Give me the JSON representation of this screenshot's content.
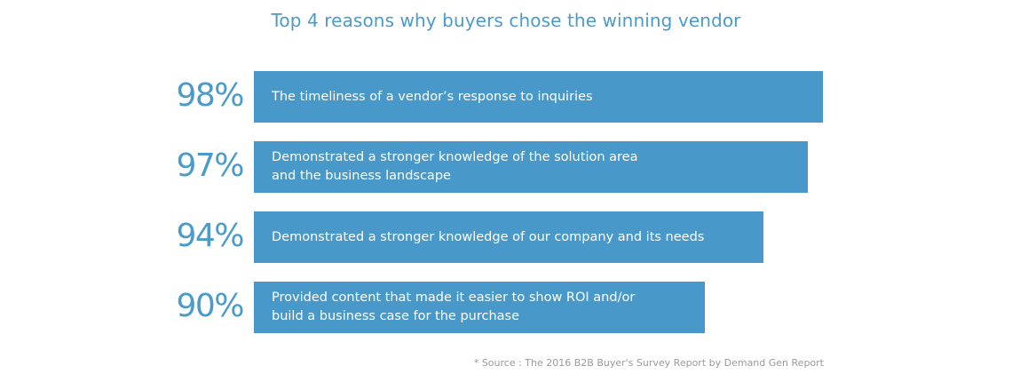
{
  "chart_data": {
    "type": "bar",
    "orientation": "horizontal",
    "title": "Top 4 reasons why buyers chose the winning vendor",
    "categories": [
      "The timeliness of a vendor’s response to inquiries",
      "Demonstrated a stronger knowledge of the solution area\nand the business landscape",
      "Demonstrated a stronger knowledge of our company and its needs",
      "Provided content that made it easier to show ROI and/or\nbuild a business case for the purchase"
    ],
    "values": [
      98,
      97,
      94,
      90
    ],
    "value_labels": [
      "98%",
      "97%",
      "94%",
      "90%"
    ],
    "unit": "%",
    "xlabel": "",
    "ylabel": "",
    "grid": false,
    "legend": "none",
    "bar_color": "#4899c9",
    "source_note": "* Source : The 2016 B2B Buyer's Survey Report by Demand Gen Report"
  }
}
